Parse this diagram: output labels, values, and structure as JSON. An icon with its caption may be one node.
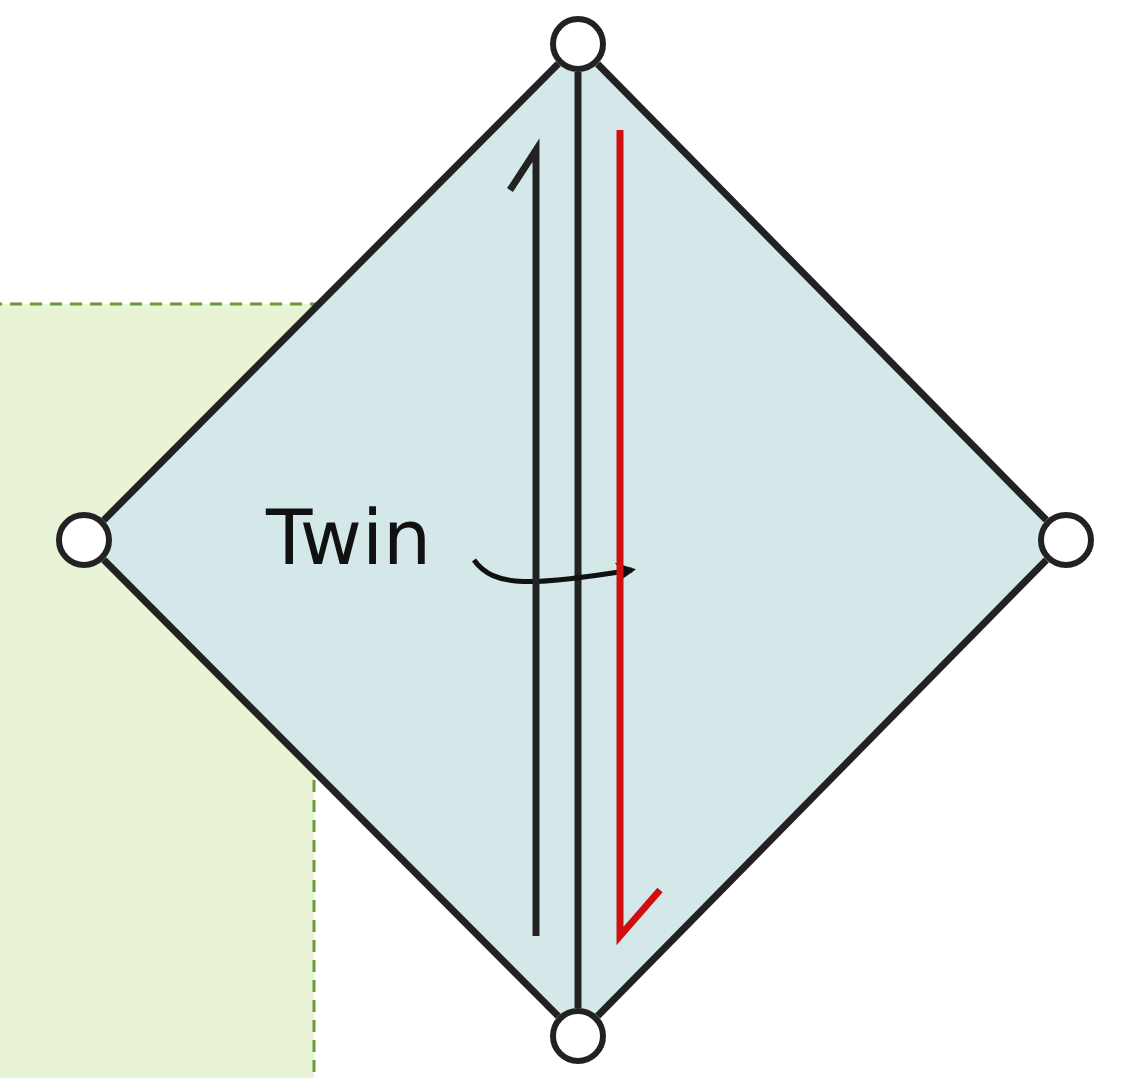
{
  "diagram": {
    "nodes": [
      {
        "text": [],
        "shape": "circle"
      },
      {
        "text": [],
        "shape": "circle"
      },
      {
        "text": [],
        "shape": "circle"
      },
      {
        "text": [],
        "shape": "circle"
      },
      {
        "text": [
          "Twin"
        ]
      }
    ],
    "edges": [
      {
        "from": 0,
        "to": 1,
        "arrow": "none"
      },
      {
        "from": 0,
        "to": 2,
        "arrow": "none"
      },
      {
        "from": 1,
        "to": 3,
        "arrow": "none"
      },
      {
        "from": 2,
        "to": 3,
        "arrow": "none"
      },
      {
        "from": 0,
        "to": 3,
        "arrow": "none"
      },
      {
        "from": 4,
        "to": null,
        "arrow": "to"
      }
    ]
  }
}
